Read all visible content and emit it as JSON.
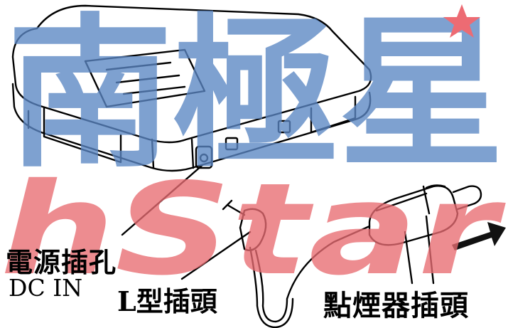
{
  "labels": {
    "dc_in_zh": "電源插孔",
    "dc_in_en": "DC IN",
    "l_plug": "L型插頭",
    "cigarette_plug": "點煙器插頭"
  },
  "colors": {
    "watermark_blue": "#5b87c4",
    "watermark_red": "#e86c72",
    "watermark_star": "#e9424d",
    "line": "#000000",
    "arrow": "#111111"
  },
  "watermark": {
    "top_text": "南極星",
    "bottom_text": "hStar"
  }
}
